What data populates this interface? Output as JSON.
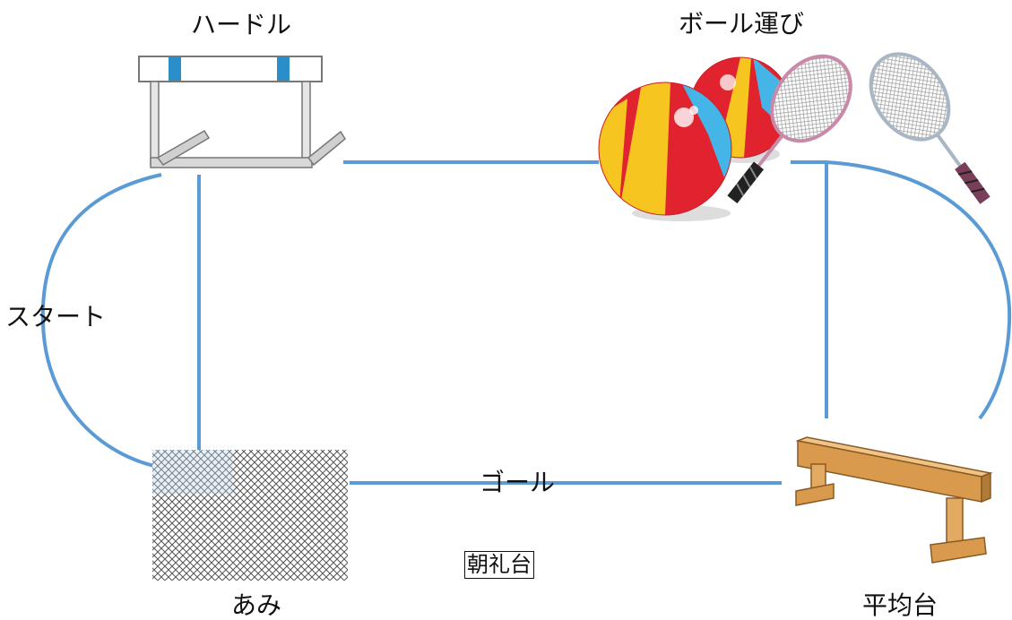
{
  "labels": {
    "hurdle": "ハードル",
    "ball_carry": "ボール運び",
    "start": "スタート",
    "goal": "ゴール",
    "podium": "朝礼台",
    "net": "あみ",
    "balance_beam": "平均台"
  },
  "colors": {
    "track": "#5b9bd5",
    "ball_red": "#e0232e",
    "ball_yellow": "#f7c520",
    "ball_blue": "#45b5e8",
    "beam_wood": "#d99a4e"
  }
}
